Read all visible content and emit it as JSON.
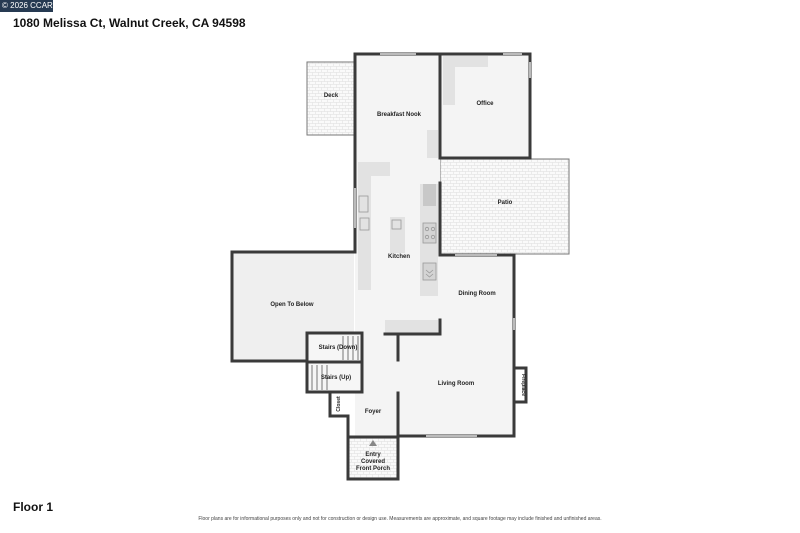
{
  "header": {
    "copyright": "© 2026 CCAR",
    "address": "1080 Melissa Ct, Walnut Creek, CA 94598"
  },
  "rooms": {
    "deck": "Deck",
    "breakfast_nook": "Breakfast Nook",
    "office": "Office",
    "patio": "Patio",
    "kitchen": "Kitchen",
    "open_to_below": "Open To Below",
    "dining_room": "Dining Room",
    "stairs_down": "Stairs (Down)",
    "stairs_up": "Stairs (Up)",
    "living_room": "Living Room",
    "fireplace": "Fireplace",
    "closet": "Closet",
    "foyer": "Foyer",
    "porch_line1": "Entry",
    "porch_line2": "Covered",
    "porch_line3": "Front Porch"
  },
  "footer": {
    "floor_label": "Floor 1",
    "disclaimer": "Floor plans are for informational purposes only and not for construction or design use. Measurements are approximate, and square footage may include finished and unfinished areas."
  },
  "colors": {
    "wall": "#3a3a3a",
    "floor": "#f4f4f4",
    "counter": "#e2e2e2",
    "open_area": "#efefef",
    "badge": "#263a52"
  }
}
